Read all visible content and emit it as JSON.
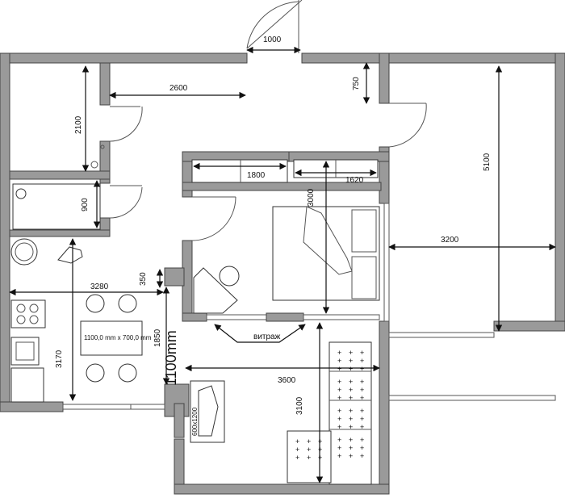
{
  "dimensions": {
    "entry_door": "1000",
    "corridor_length": "2600",
    "corridor_top_gap": "750",
    "storage_height": "2100",
    "bath_height": "900",
    "kitchen_width": "3280",
    "kitchen_depth": "3170",
    "partition_gap": "350",
    "hall_depth": "1850",
    "hall_width_mm": "1100mm",
    "right_room_height": "5100",
    "right_room_width": "3200",
    "wardrobe_left": "1800",
    "wardrobe_right": "1620",
    "bedroom_height": "3000",
    "living_width": "3600",
    "living_depth": "3100"
  },
  "labels": {
    "table_size": "1100,0 mm x 700,0 mm",
    "vitrazh": "витраж",
    "tv_size": "600x1200"
  }
}
